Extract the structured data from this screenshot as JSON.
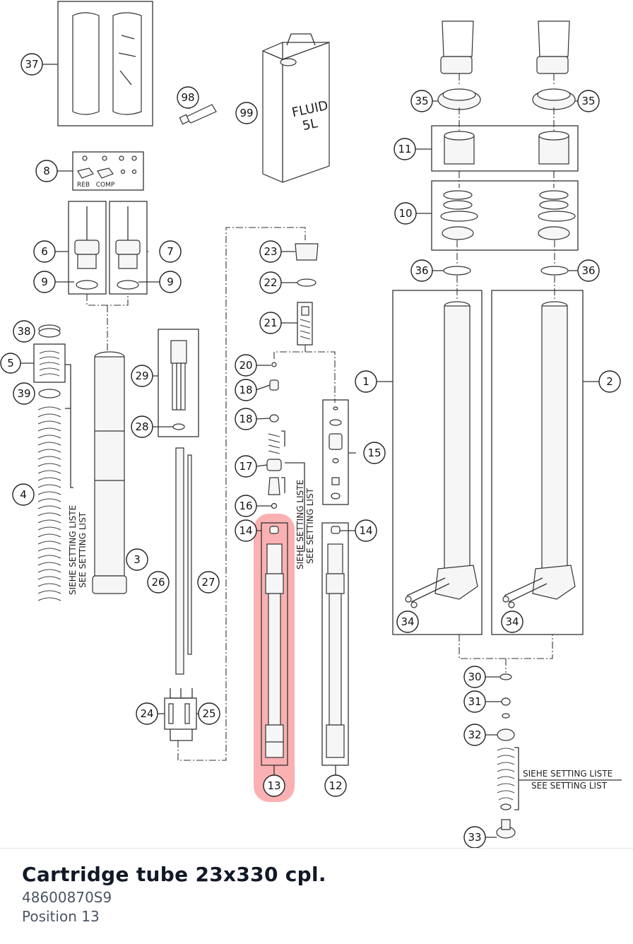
{
  "diagram": {
    "callouts": [
      "37",
      "98",
      "99",
      "8",
      "6",
      "7",
      "9",
      "9",
      "38",
      "5",
      "39",
      "4",
      "3",
      "29",
      "28",
      "26",
      "27",
      "24",
      "25",
      "23",
      "22",
      "21",
      "20",
      "18",
      "18",
      "17",
      "16",
      "14",
      "13",
      "15",
      "14",
      "12",
      "35",
      "35",
      "11",
      "10",
      "36",
      "36",
      "1",
      "2",
      "34",
      "34",
      "30",
      "31",
      "32",
      "33"
    ],
    "oil_can_label_line1": "FLUID",
    "oil_can_label_line2": "5L",
    "knob_label_reb": "REB",
    "knob_label_comp": "COMP",
    "setting_note_de": "SIEHE SETTING LISTE",
    "setting_note_en": "SEE SETTING LIST",
    "highlighted_position": "13",
    "highlight_color": "#f87171"
  },
  "part": {
    "name": "Cartridge tube 23x330 cpl.",
    "number": "48600870S9",
    "position": "Position 13"
  }
}
